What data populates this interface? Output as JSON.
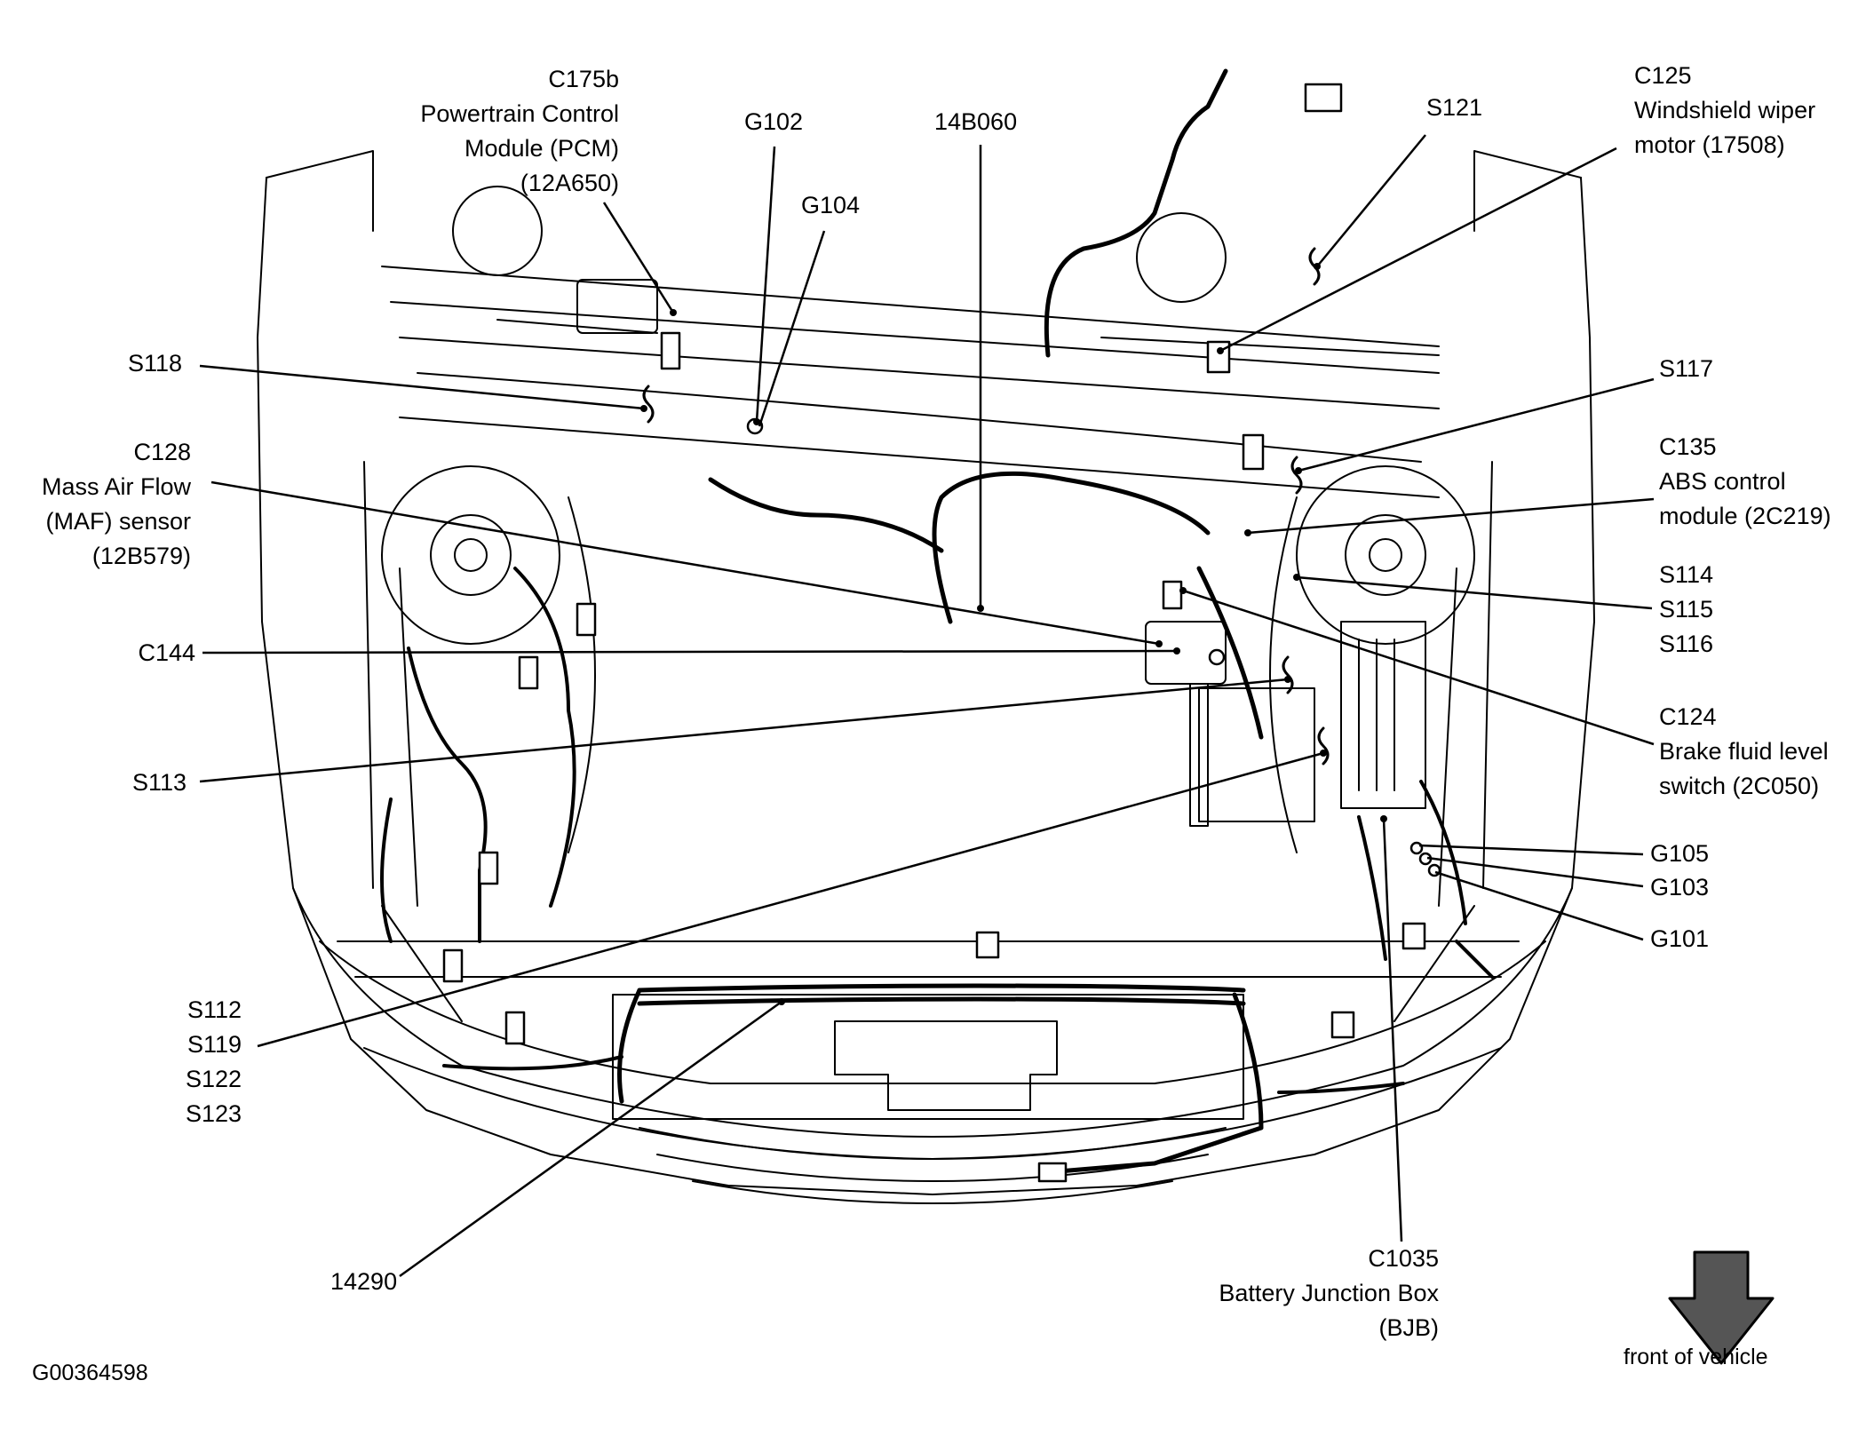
{
  "figure_id": "G00364598",
  "orientation_caption": "front of vehicle",
  "callouts": {
    "c175b": [
      "C175b",
      "Powertrain Control",
      "Module (PCM)",
      "(12A650)"
    ],
    "g102": [
      "G102"
    ],
    "g104": [
      "G104"
    ],
    "h14b060": [
      "14B060"
    ],
    "s121": [
      "S121"
    ],
    "c125": [
      "C125",
      "Windshield wiper",
      "motor (17508)"
    ],
    "s118": [
      "S118"
    ],
    "s117": [
      "S117"
    ],
    "c128": [
      "C128",
      "Mass Air Flow",
      "(MAF) sensor",
      "(12B579)"
    ],
    "c135": [
      "C135",
      "ABS control",
      "module (2C219)"
    ],
    "s114": [
      "S114",
      "S115",
      "S116"
    ],
    "c144": [
      "C144"
    ],
    "c124": [
      "C124",
      "Brake fluid level",
      "switch (2C050)"
    ],
    "s113": [
      "S113"
    ],
    "g105": [
      "G105"
    ],
    "g103": [
      "G103"
    ],
    "g101": [
      "G101"
    ],
    "s112": [
      "S112",
      "S119",
      "S122",
      "S123"
    ],
    "h14290": [
      "14290"
    ],
    "c1035": [
      "C1035",
      "Battery Junction Box",
      "(BJB)"
    ]
  }
}
